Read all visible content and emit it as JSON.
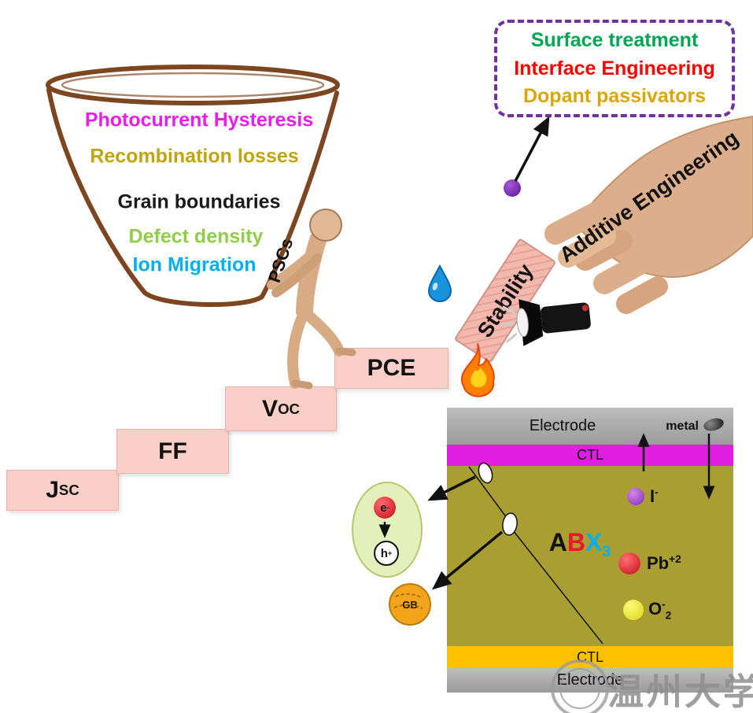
{
  "basket": {
    "items": [
      {
        "text": "Photocurrent Hysteresis",
        "color": "#ea1ce8"
      },
      {
        "text": "Recombination losses",
        "color": "#c0a512"
      },
      {
        "text": "Grain boundaries",
        "color": "#1a1a1a"
      },
      {
        "text": "Defect density",
        "color": "#90ce4a"
      },
      {
        "text": "Ion Migration",
        "color": "#00b0f0"
      }
    ]
  },
  "climber": {
    "label": "PSCs"
  },
  "stairs": {
    "fill_color": "#f9cfc7",
    "steps": [
      {
        "main": "J",
        "sub": "SC"
      },
      {
        "main": "FF",
        "sub": ""
      },
      {
        "main": "V",
        "sub": "OC"
      },
      {
        "main": "PCE",
        "sub": ""
      }
    ]
  },
  "solutions_box": {
    "border_color": "#7030a0",
    "lines": [
      {
        "text": "Surface treatment",
        "color": "#00a651"
      },
      {
        "text": "Interface Engineering",
        "color": "#ff0000"
      },
      {
        "text": "Dopant passivators",
        "color": "#d9a70a"
      }
    ]
  },
  "stability_eraser": {
    "label": "Stability",
    "color": "#f4b9ae"
  },
  "additive_engineering": {
    "label": "Additive Engineering"
  },
  "device": {
    "electrode_top": "Electrode",
    "metal": "metal",
    "ctl_top": "CTL",
    "ctl_bottom": "CTL",
    "electrode_bottom": "Electrode",
    "formula": {
      "a": "A",
      "b": "B",
      "x": "X",
      "sub": "3"
    },
    "ions": {
      "iodide": {
        "main": "I",
        "sup": "-"
      },
      "lead": {
        "main": "Pb",
        "sup": "+2"
      },
      "superoxide": {
        "main": "O",
        "sup": "-",
        "sub": "2"
      }
    },
    "colors": {
      "ctl_top": "#e01de0",
      "ctl_bottom": "#ffc000",
      "perovskite": "#a89e32",
      "electrode": "#ababab"
    }
  },
  "recombination_callout": {
    "electron_main": "e",
    "electron_sup": "-",
    "hole_main": "h",
    "hole_sup": "+"
  },
  "grain_boundary_callout": {
    "label": "GB"
  },
  "watermark": {
    "text": "温州大学"
  }
}
